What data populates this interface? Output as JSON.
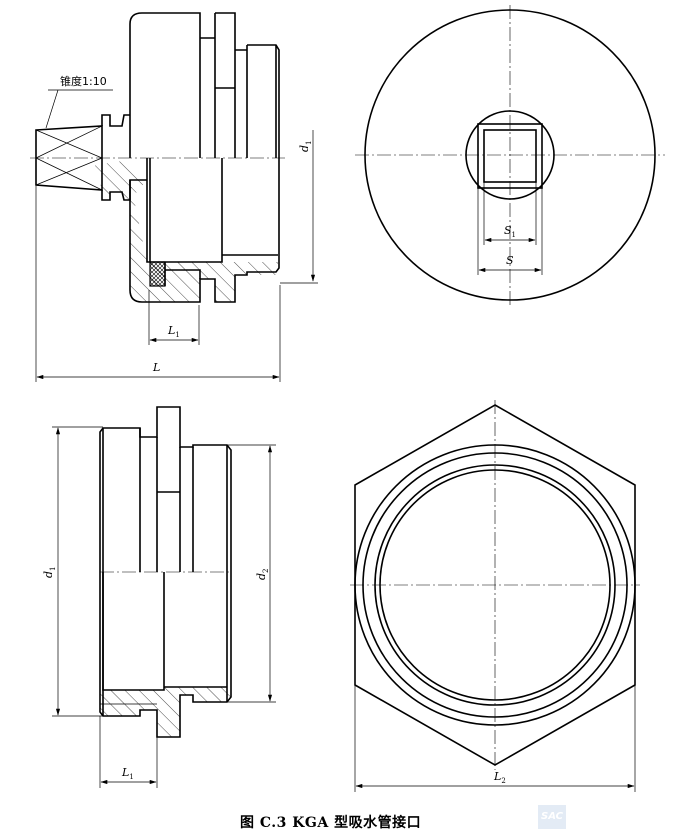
{
  "figure": {
    "caption": "图 C.3   KGA 型吸水管接口",
    "watermark_logo": "SAC"
  },
  "labels": {
    "taper": "锥度1:10",
    "L": "L",
    "L1": "L",
    "L1_sub": "1",
    "d1": "d",
    "d1_sub": "1",
    "d2": "d",
    "d2_sub": "2",
    "S": "S",
    "S1": "S",
    "S1_sub": "1",
    "L2": "L",
    "L2_sub": "2"
  }
}
